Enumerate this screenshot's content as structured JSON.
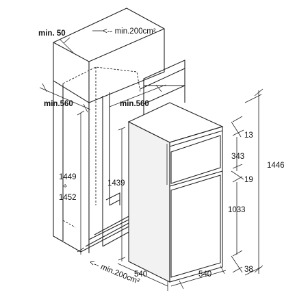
{
  "labels": {
    "min50": "min. 50",
    "vent_top": "<-- min.200cm²",
    "min560_left": "min.560",
    "min560_right": "min.560",
    "h1449": "1449",
    "div_sign": "÷",
    "h1452": "1452",
    "h1439": "1439",
    "d540_left": "540",
    "d540_right": "540",
    "vent_bottom": "<-- min.200cm²",
    "d13": "13",
    "d343": "343",
    "d1446": "1446",
    "d19": "19",
    "d1033": "1033",
    "d38": "38"
  }
}
